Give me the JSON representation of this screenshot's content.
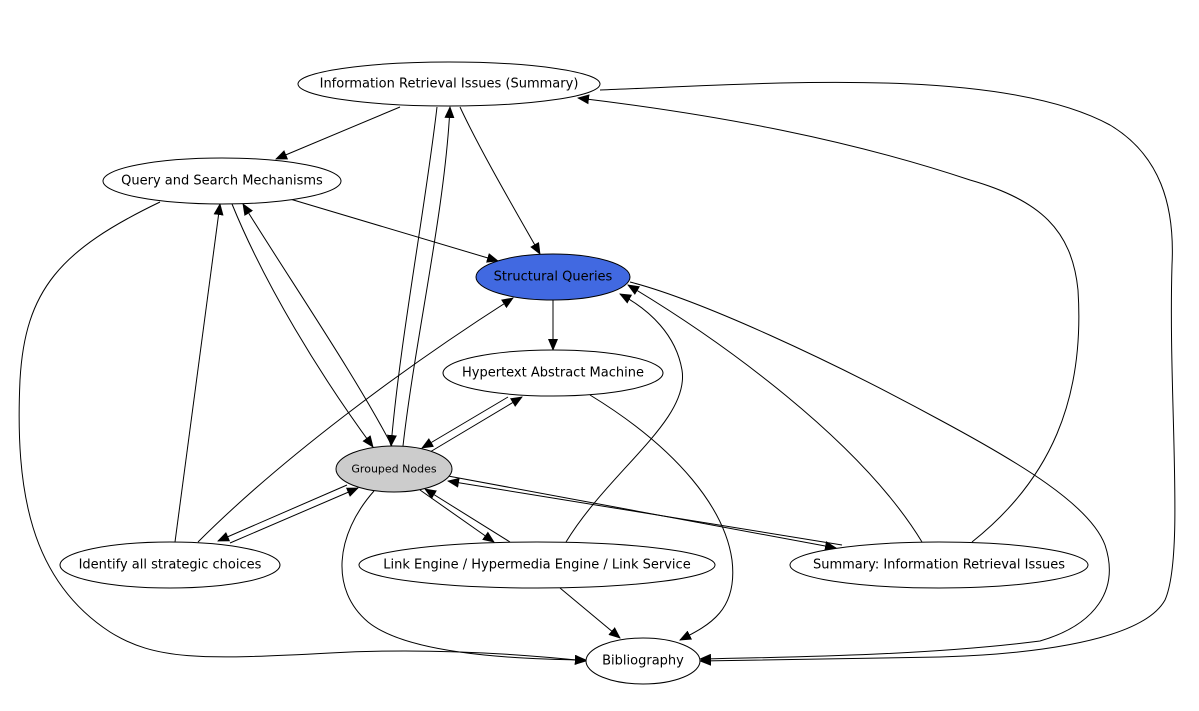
{
  "diagram": {
    "colors": {
      "default_fill": "#ffffff",
      "highlight_fill": "#4169e1",
      "group_fill": "#cccccc",
      "stroke": "#000000"
    },
    "nodes": [
      {
        "id": "info-retrieval-issues-summary",
        "label": "Information Retrieval Issues (Summary)",
        "style": "default"
      },
      {
        "id": "query-search-mechanisms",
        "label": "Query and Search Mechanisms",
        "style": "default"
      },
      {
        "id": "structural-queries",
        "label": "Structural Queries",
        "style": "highlight"
      },
      {
        "id": "hypertext-abstract-machine",
        "label": "Hypertext Abstract Machine",
        "style": "default"
      },
      {
        "id": "grouped-nodes",
        "label": "Grouped Nodes",
        "style": "group"
      },
      {
        "id": "identify-strategic-choices",
        "label": "Identify all strategic choices",
        "style": "default"
      },
      {
        "id": "link-engine",
        "label": "Link Engine / Hypermedia Engine / Link Service",
        "style": "default"
      },
      {
        "id": "summary-info-retrieval-issues",
        "label": "Summary: Information Retrieval Issues",
        "style": "default"
      },
      {
        "id": "bibliography",
        "label": "Bibliography",
        "style": "default"
      }
    ],
    "edges": [
      {
        "from": "info-retrieval-issues-summary",
        "to": "query-search-mechanisms"
      },
      {
        "from": "info-retrieval-issues-summary",
        "to": "structural-queries"
      },
      {
        "from": "info-retrieval-issues-summary",
        "to": "grouped-nodes"
      },
      {
        "from": "grouped-nodes",
        "to": "info-retrieval-issues-summary"
      },
      {
        "from": "info-retrieval-issues-summary",
        "to": "bibliography"
      },
      {
        "from": "query-search-mechanisms",
        "to": "structural-queries"
      },
      {
        "from": "query-search-mechanisms",
        "to": "grouped-nodes"
      },
      {
        "from": "grouped-nodes",
        "to": "query-search-mechanisms"
      },
      {
        "from": "query-search-mechanisms",
        "to": "bibliography"
      },
      {
        "from": "structural-queries",
        "to": "hypertext-abstract-machine"
      },
      {
        "from": "structural-queries",
        "to": "bibliography"
      },
      {
        "from": "hypertext-abstract-machine",
        "to": "grouped-nodes"
      },
      {
        "from": "grouped-nodes",
        "to": "hypertext-abstract-machine"
      },
      {
        "from": "hypertext-abstract-machine",
        "to": "bibliography"
      },
      {
        "from": "grouped-nodes",
        "to": "identify-strategic-choices"
      },
      {
        "from": "identify-strategic-choices",
        "to": "grouped-nodes"
      },
      {
        "from": "grouped-nodes",
        "to": "link-engine"
      },
      {
        "from": "link-engine",
        "to": "grouped-nodes"
      },
      {
        "from": "grouped-nodes",
        "to": "summary-info-retrieval-issues"
      },
      {
        "from": "summary-info-retrieval-issues",
        "to": "grouped-nodes"
      },
      {
        "from": "grouped-nodes",
        "to": "bibliography"
      },
      {
        "from": "identify-strategic-choices",
        "to": "query-search-mechanisms"
      },
      {
        "from": "identify-strategic-choices",
        "to": "structural-queries"
      },
      {
        "from": "link-engine",
        "to": "structural-queries"
      },
      {
        "from": "link-engine",
        "to": "bibliography"
      },
      {
        "from": "summary-info-retrieval-issues",
        "to": "structural-queries"
      },
      {
        "from": "summary-info-retrieval-issues",
        "to": "info-retrieval-issues-summary"
      }
    ]
  }
}
